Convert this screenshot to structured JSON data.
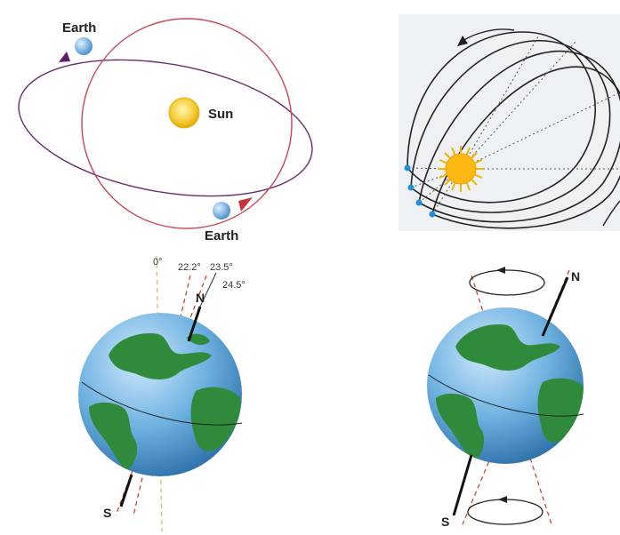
{
  "orbits": {
    "earth_label_top": "Earth",
    "sun_label": "Sun",
    "earth_label_bottom": "Earth"
  },
  "obliquity": {
    "angle_zero": "0°",
    "angle_min": "22.2°",
    "angle_mid": "23.5°",
    "angle_max": "24.5°",
    "north_label": "N",
    "south_label": "S"
  },
  "precession": {
    "north_label": "N",
    "south_label": "S"
  },
  "colors": {
    "elliptical_orbit": "#6b2d6b",
    "circular_orbit": "#c8475e",
    "sun": "#f2c200",
    "earth_blue": "#5a9fd4",
    "land_green": "#2f8a3c",
    "axis_dash": "#c0392b",
    "orbit_marker": "#1e90d8"
  }
}
